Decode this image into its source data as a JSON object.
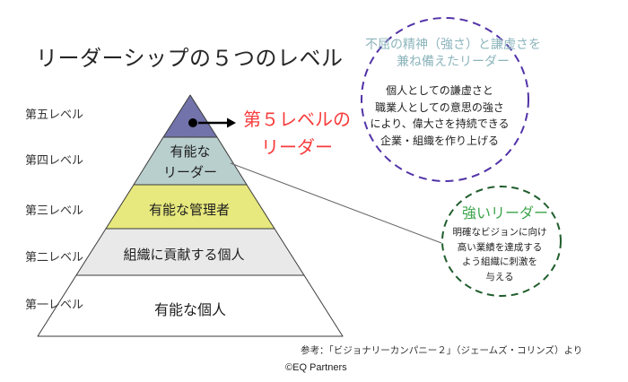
{
  "title": "リーダーシップの５つのレベル",
  "pyramid": {
    "outline_color": "#3a3a3a",
    "side_labels": [
      {
        "label": "第五レベル"
      },
      {
        "label": "第四レベル"
      },
      {
        "label": "第三レベル"
      },
      {
        "label": "第二レベル"
      },
      {
        "label": "第一レベル"
      }
    ],
    "levels": [
      {
        "name": "level5",
        "color": "#7273ab"
      },
      {
        "name": "level4",
        "color": "#b9cfce",
        "label_line1": "有能な",
        "label_line2": "リーダー"
      },
      {
        "name": "level3",
        "color": "#e7e87d",
        "label": "有能な管理者"
      },
      {
        "name": "level2",
        "color": "#e9e9e9",
        "label": "組織に貢献する個人"
      },
      {
        "name": "level1",
        "color": "#ffffff",
        "label": "有能な個人"
      }
    ]
  },
  "level5_callout": {
    "line1": "第５レベルの",
    "line2": "リーダー",
    "color": "#f83b3b"
  },
  "humble_leader_circle": {
    "border_color": "#5233a8",
    "heading_line1": "不屈の精神（強さ）と謙虚さを",
    "heading_line2": "兼ね備えたリーダー",
    "heading_color": "#8cb5bc",
    "body_color": "#1f1f1f",
    "body_lines": [
      "個人としての謙虚さと",
      "職業人としての意思の強さ",
      "により、偉大さを持続できる",
      "企業・組織を作り上げる"
    ]
  },
  "strong_leader_circle": {
    "border_color": "#205e2d",
    "heading": "強いリーダー",
    "heading_color": "#3ba44a",
    "body_color": "#1f1f1f",
    "body_lines": [
      "明確なビジョンに向け",
      "高い業績を達成する",
      "よう組織に刺激を",
      "与える"
    ]
  },
  "footer": {
    "reference": "参考：「ビジョナリーカンパニー２」（ジェームズ・コリンズ）より",
    "copyright": "©EQ Partners"
  }
}
